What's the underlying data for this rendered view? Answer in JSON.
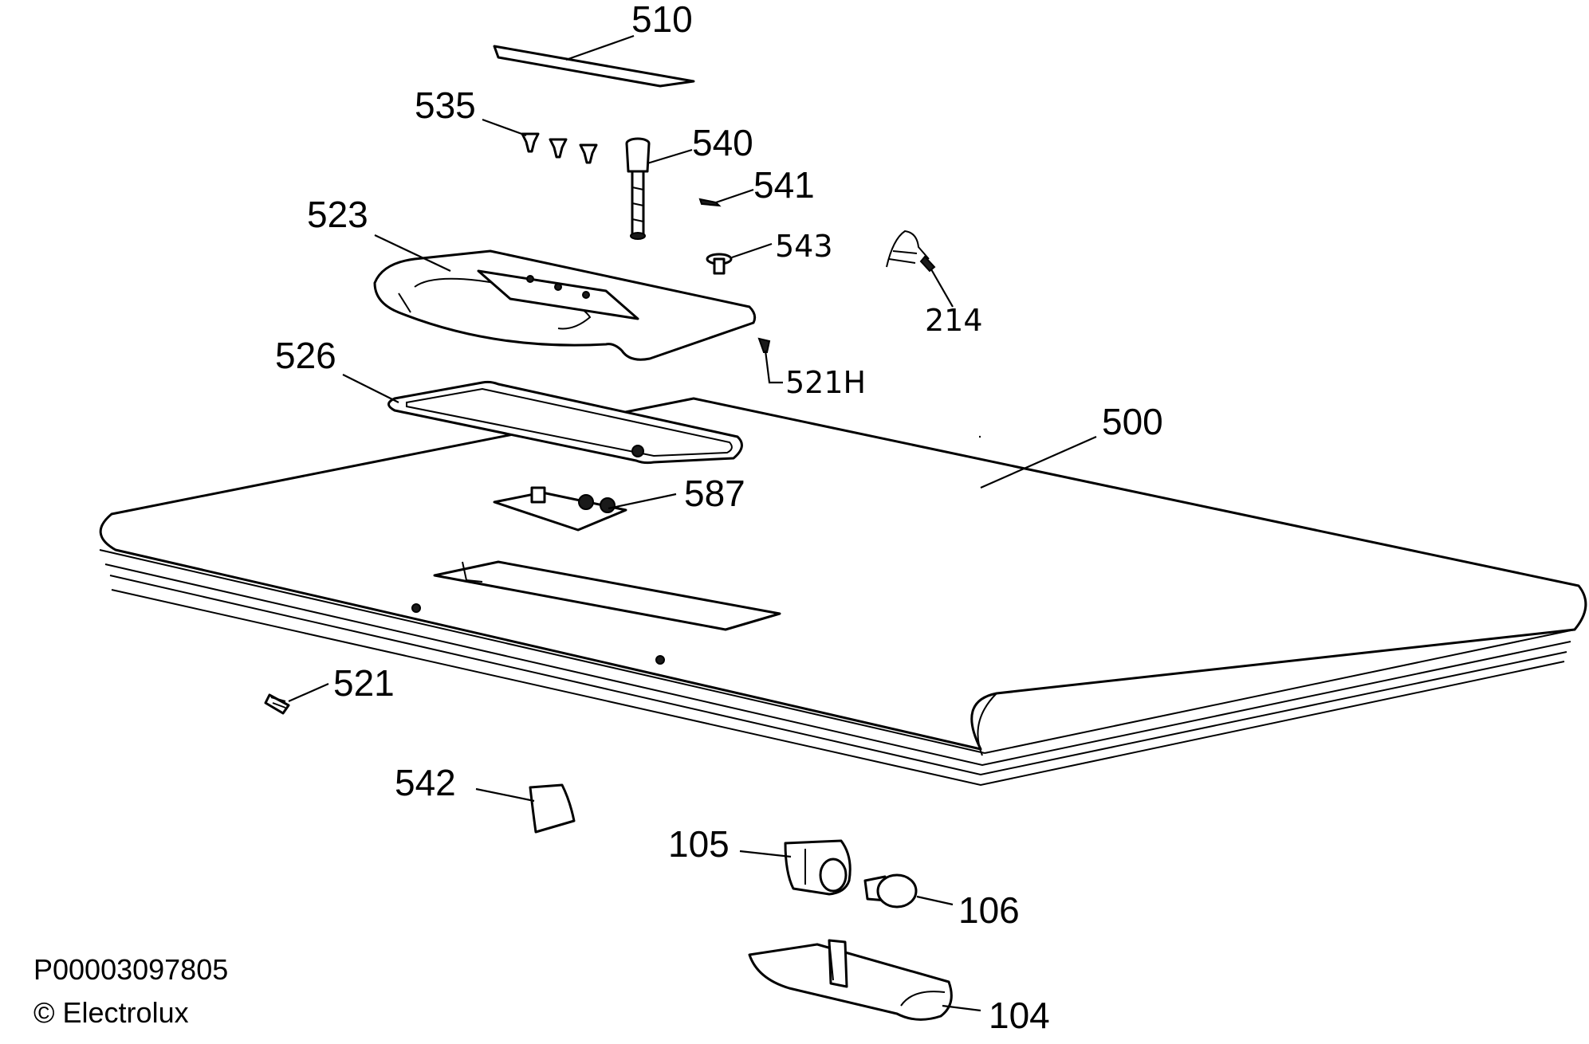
{
  "callouts": {
    "p510": "510",
    "p535": "535",
    "p540": "540",
    "p541": "541",
    "p523": "523",
    "p543": "543",
    "p214": "214",
    "p521H": "521H",
    "p526": "526",
    "p500": "500",
    "p587": "587",
    "p521": "521",
    "p542": "542",
    "p105": "105",
    "p106": "106",
    "p104": "104"
  },
  "footer": {
    "doc_id": "P00003097805",
    "copyright": "© Electrolux"
  }
}
